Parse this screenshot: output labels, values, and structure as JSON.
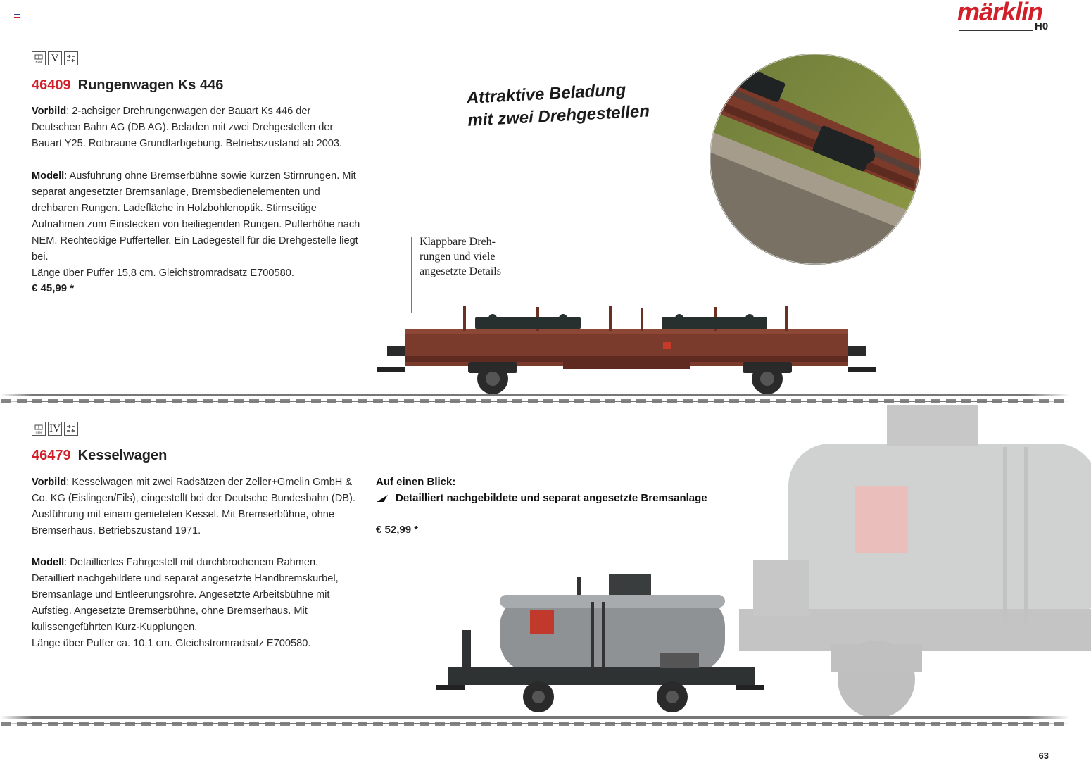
{
  "header": {
    "brand": "märklin",
    "scale": "H0",
    "flag_colors": [
      "#2b3f9c",
      "#ffffff",
      "#d2202a"
    ]
  },
  "article1": {
    "icons": [
      "nem-coupler-icon",
      "era-badge",
      "close-coupling-icon"
    ],
    "era": "V",
    "number": "46409",
    "name": "Rungenwagen Ks 446",
    "vorbild_label": "Vorbild",
    "vorbild_text": ": 2-achsiger Drehrungenwagen der Bauart Ks 446 der Deutschen Bahn AG (DB AG). Beladen mit zwei Drehgestellen der Bauart Y25. Rotbraune Grundfarbgebung. Betriebszustand ab 2003.",
    "modell_label": "Modell",
    "modell_text": ": Ausführung ohne Bremserbühne sowie kurzen Stirnrungen. Mit separat angesetzter Bremsanlage, Bremsbedienelementen und drehbaren Rungen. Ladefläche in Holzbohlenoptik. Stirnseitige Aufnahmen zum Einstecken von beiliegenden Rungen. Pufferhöhe nach NEM. Rechteckige Pufferteller. Ein Ladegestell für die Drehgestelle liegt bei.",
    "modell_text2": "Länge über Puffer 15,8 cm. Gleichstromradsatz E700580.",
    "price": "€ 45,99 *",
    "callout_line1": "Attraktive Beladung",
    "callout_line2": "mit zwei Drehgestellen",
    "annotation_line1": "Klappbare Dreh-",
    "annotation_line2": "rungen und viele",
    "annotation_line3": "angesetzte Details",
    "wagon_color": "#7a3b2c"
  },
  "article2": {
    "icons": [
      "nem-coupler-icon",
      "era-badge",
      "close-coupling-icon"
    ],
    "era": "IV",
    "number": "46479",
    "name": "Kesselwagen",
    "vorbild_label": "Vorbild",
    "vorbild_text": ": Kesselwagen mit zwei Radsätzen der Zeller+Gmelin GmbH & Co. KG (Eislingen/Fils), eingestellt bei der Deutsche Bundesbahn (DB). Ausführung mit einem genieteten Kessel. Mit Bremserbühne, ohne Bremserhaus. Betriebszustand 1971.",
    "modell_label": "Modell",
    "modell_text": ": Detailliertes Fahrgestell mit durchbrochenem Rahmen. Detailliert nachgebildete und separat angesetzte Handbremskurbel, Bremsanlage und Entleerungsrohre. Angesetzte Arbeitsbühne mit Aufstieg. Angesetzte Bremserbühne, ohne Bremserhaus. Mit kulissengeführten Kurz-Kupplungen.",
    "modell_text2": "Länge über Puffer ca. 10,1 cm. Gleichstromradsatz E700580.",
    "glance_heading": "Auf einen Blick:",
    "glance_items": [
      "Detailliert nachgebildete und separat angesetzte Bremsanlage"
    ],
    "price": "€ 52,99 *",
    "tank_color": "#8f9294"
  },
  "footer": {
    "page_number": "63"
  }
}
